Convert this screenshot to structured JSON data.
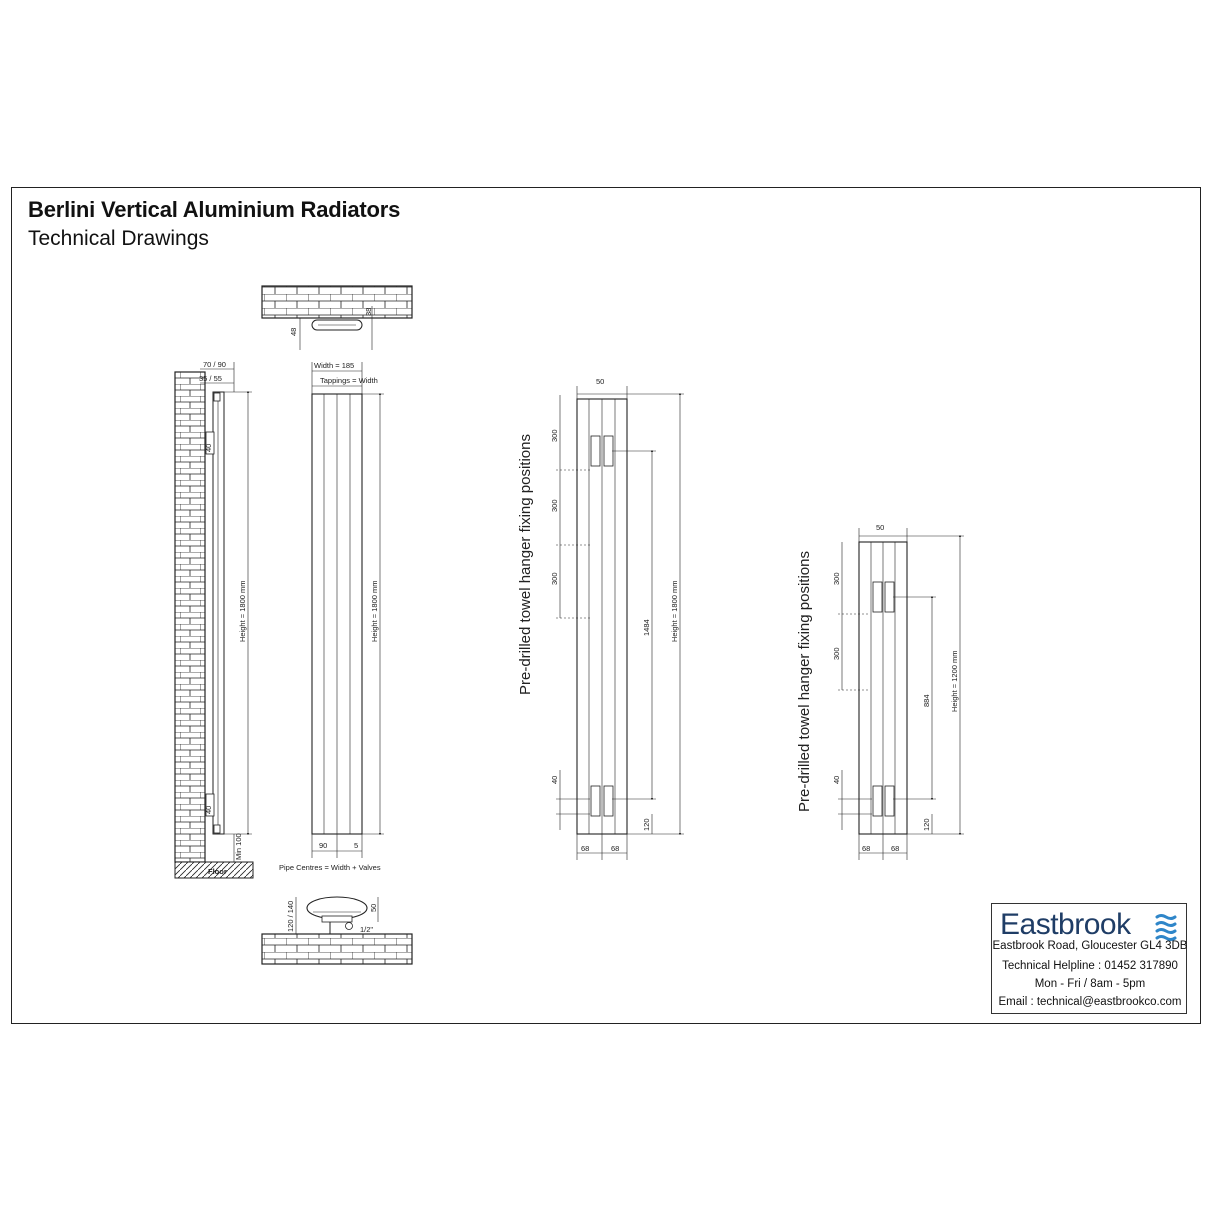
{
  "header": {
    "title": "Berlini Vertical Aluminium Radiators",
    "subtitle": "Technical Drawings"
  },
  "side_view": {
    "top_dims": [
      "70 / 90",
      "35 / 55"
    ],
    "bracket_labels": [
      "40",
      "40"
    ],
    "height_label": "Height = 1800 mm",
    "min_label": "Min 100",
    "floor_label": "Floor"
  },
  "top_detail": {
    "left_dim": "48",
    "right_dim": "38"
  },
  "front_view": {
    "width_label": "Width = 185",
    "tappings_label": "Tappings = Width",
    "height_label": "Height = 1800 mm",
    "bottom_dims": [
      "90",
      "5"
    ],
    "pipe_label": "Pipe Centres = Width + Valves"
  },
  "bottom_detail": {
    "left_dim": "120 / 140",
    "right_dim": "50",
    "pipe_label": "1/2\""
  },
  "towel_1800": {
    "rotated_label": "Pre-drilled towel hanger fixing positions",
    "top_dim": "50",
    "spacings": [
      "300",
      "300",
      "300"
    ],
    "mid_dim": "1484",
    "height_label": "Height = 1800 mm",
    "low_dim": "40",
    "base_dim": "120",
    "bottom_dims": [
      "68",
      "68"
    ]
  },
  "towel_1200": {
    "rotated_label": "Pre-drilled towel hanger fixing positions",
    "top_dim": "50",
    "spacings": [
      "300",
      "300"
    ],
    "mid_dim": "884",
    "height_label": "Height = 1200 mm",
    "low_dim": "40",
    "base_dim": "120",
    "bottom_dims": [
      "68",
      "68"
    ]
  },
  "company": {
    "name": "Eastbrook",
    "address": "Eastbrook Road, Gloucester GL4 3DB",
    "helpline": "Technical Helpline : 01452 317890",
    "hours": "Mon - Fri / 8am - 5pm",
    "email": "Email : technical@eastbrookco.com",
    "brand_color": "#1f3d66",
    "accent_color": "#2f86c9"
  }
}
